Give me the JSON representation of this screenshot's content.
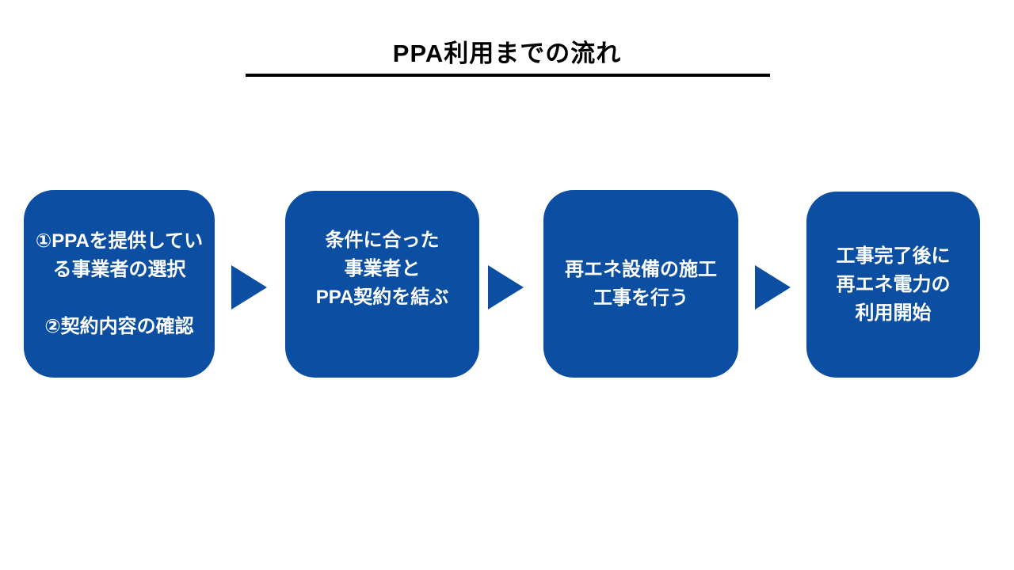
{
  "title": "PPA利用までの流れ",
  "colors": {
    "box_blue": "#0b4ea2",
    "arrow_blue": "#0b4ea2",
    "title_text": "#000000",
    "box_text": "#ffffff",
    "background": "#ffffff"
  },
  "flow": {
    "steps": [
      {
        "id": 1,
        "text": "①PPAを提供してい\nる事業者の選択\n\n②契約内容の確認"
      },
      {
        "id": 2,
        "text": "条件に合った\n事業者と\nPPA契約を結ぶ"
      },
      {
        "id": 3,
        "text": "再エネ設備の施工\n工事を行う"
      },
      {
        "id": 4,
        "text": "工事完了後に\n再エネ電力の\n利用開始"
      }
    ]
  }
}
